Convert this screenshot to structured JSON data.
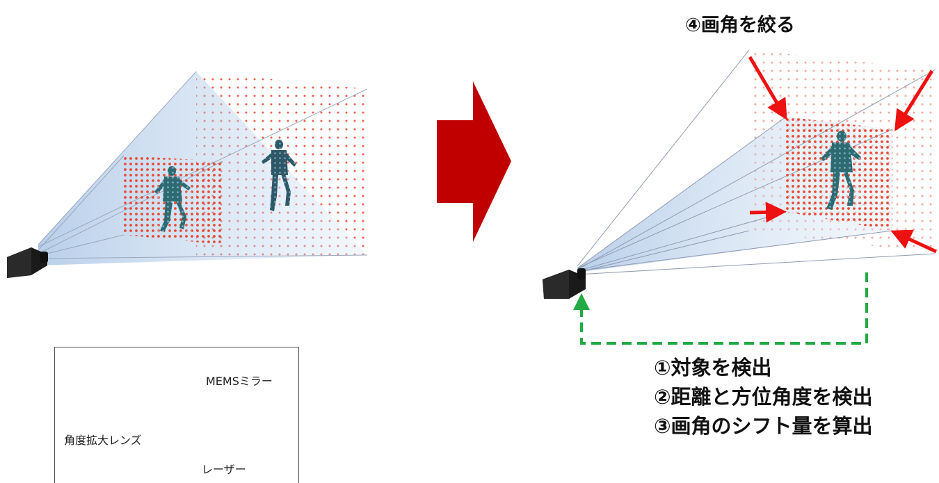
{
  "right_title": "④画角を絞る",
  "steps": [
    "①対象を検出",
    "②距離と方位角度を検出",
    "③画角のシフト量を算出"
  ],
  "inset": {
    "mems_label": "MEMSミラー",
    "lens_label": "角度拡大レンズ",
    "laser_label": "レーザー"
  },
  "colors": {
    "dot_red": "#e8412a",
    "arrow_red": "#c00000",
    "pointer_red": "#ee1111",
    "guide_green": "#22aa44",
    "fov_blue": "#aac8e8",
    "person_teal": "#2e6a72"
  }
}
